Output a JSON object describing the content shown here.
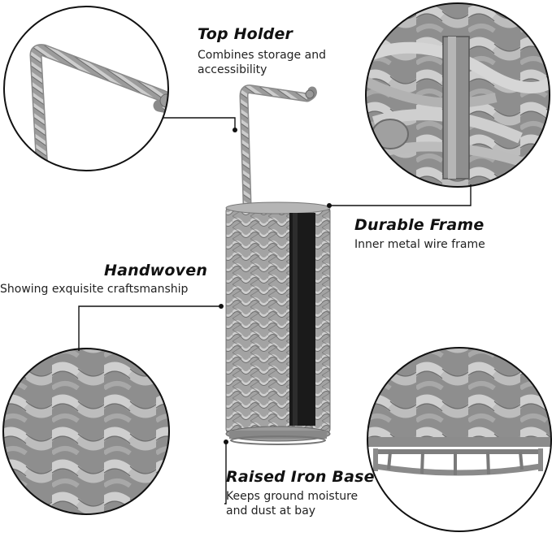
{
  "features": [
    {
      "title": "Top Holder",
      "description_lines": [
        "Combines storage and",
        "accessibility"
      ]
    },
    {
      "title": "Durable Frame",
      "description_lines": [
        "Inner metal wire frame"
      ]
    },
    {
      "title": "Handwoven",
      "description_lines": [
        "Showing exquisite craftsmanship"
      ]
    },
    {
      "title": "Raised Iron Base",
      "description_lines": [
        "Keeps ground moisture",
        "and dust at bay"
      ]
    }
  ],
  "colors": {
    "wicker": "#9a9a9a",
    "wicker_light": "#c4c4c4",
    "wicker_dark": "#6e6e6e",
    "interior": "#1a1a1a",
    "callout_line": "#111111"
  }
}
